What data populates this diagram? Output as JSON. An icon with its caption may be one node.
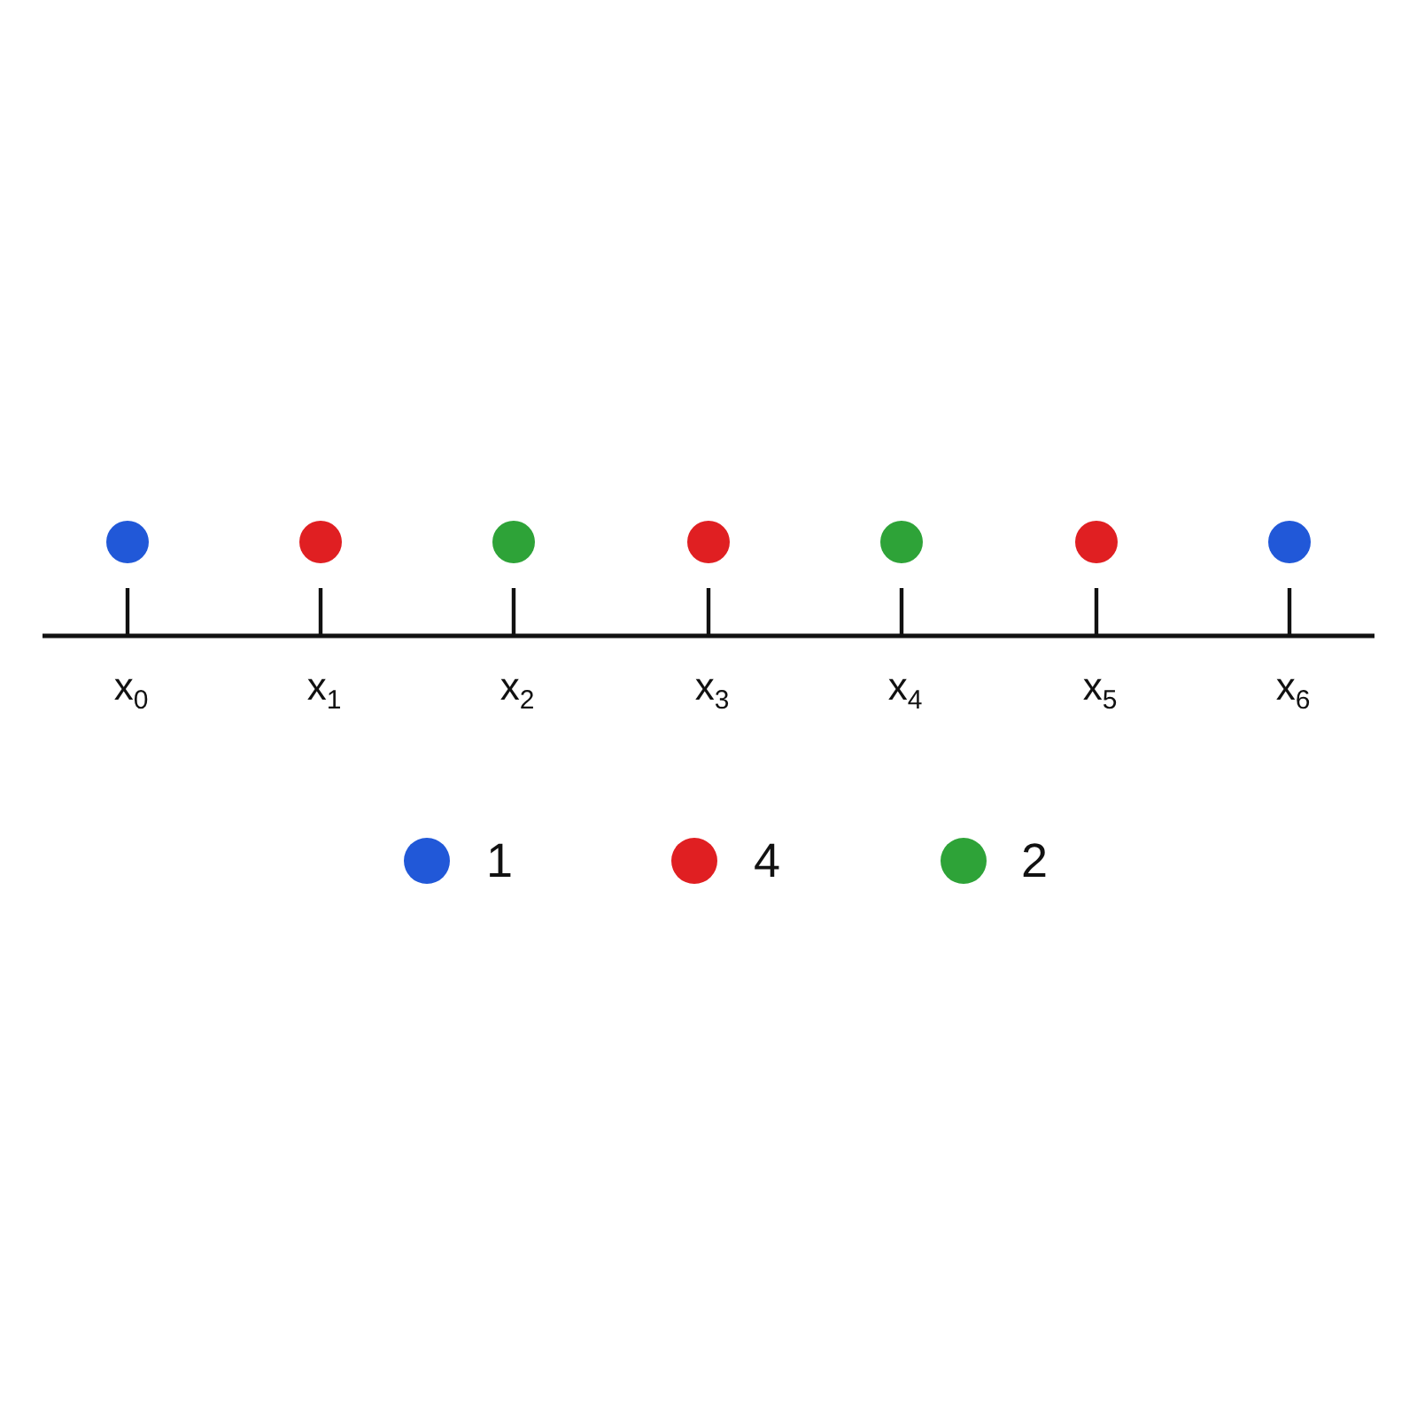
{
  "diagram": {
    "labels": [
      "x$_{0}$",
      "x$_{1}$",
      "x$_{2}$",
      "x$_{3}$",
      "x$_{4}$",
      "x$_{5}$",
      "x$_{6}$"
    ],
    "legend": [
      {
        "text": "1",
        "color": "#2158d8"
      },
      {
        "text": "4",
        "color": "#e01f22"
      },
      {
        "text": "2",
        "color": "#2ea338"
      }
    ]
  }
}
